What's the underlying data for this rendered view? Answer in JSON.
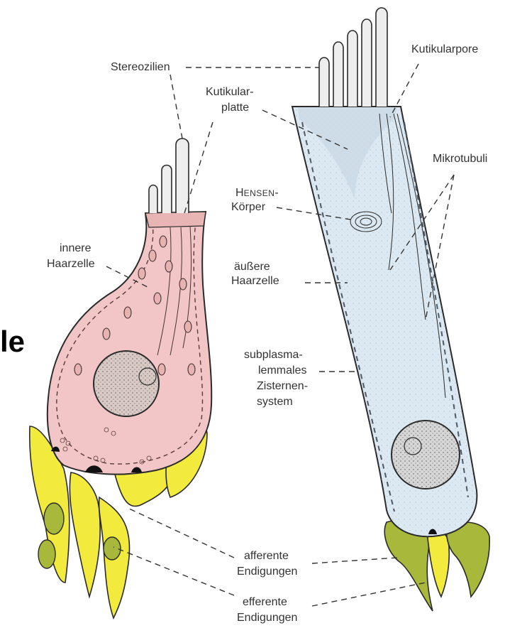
{
  "partial_heading": "le",
  "labels": {
    "stereozilien": "Stereozilien",
    "kutikularpore": "Kutikularpore",
    "kutikularplatte_1": "Kutikular-",
    "kutikularplatte_2": "platte",
    "mikrotubuli": "Mikrotubuli",
    "hensen_h": "H",
    "hensen_rest": "ENSEN",
    "hensen_dash": "-",
    "koerper": "Körper",
    "innere_1": "innere",
    "innere_2": "Haarzelle",
    "aeussere_1": "äußere",
    "aeussere_2": "Haarzelle",
    "subplasma_1": "subplasma-",
    "subplasma_2": "lemmales",
    "subplasma_3": "Zisternen-",
    "subplasma_4": "system",
    "afferente_1": "afferente",
    "afferente_2": "Endigungen",
    "efferente_1": "efferente",
    "efferente_2": "Endigungen"
  },
  "colors": {
    "inner_cell": "#f2c6c6",
    "outer_cell": "#dce9f2",
    "afferent": "#f3ea3e",
    "efferent": "#a8b83a",
    "outline": "#2a2a2a",
    "nucleus": "#d8c9c4"
  }
}
